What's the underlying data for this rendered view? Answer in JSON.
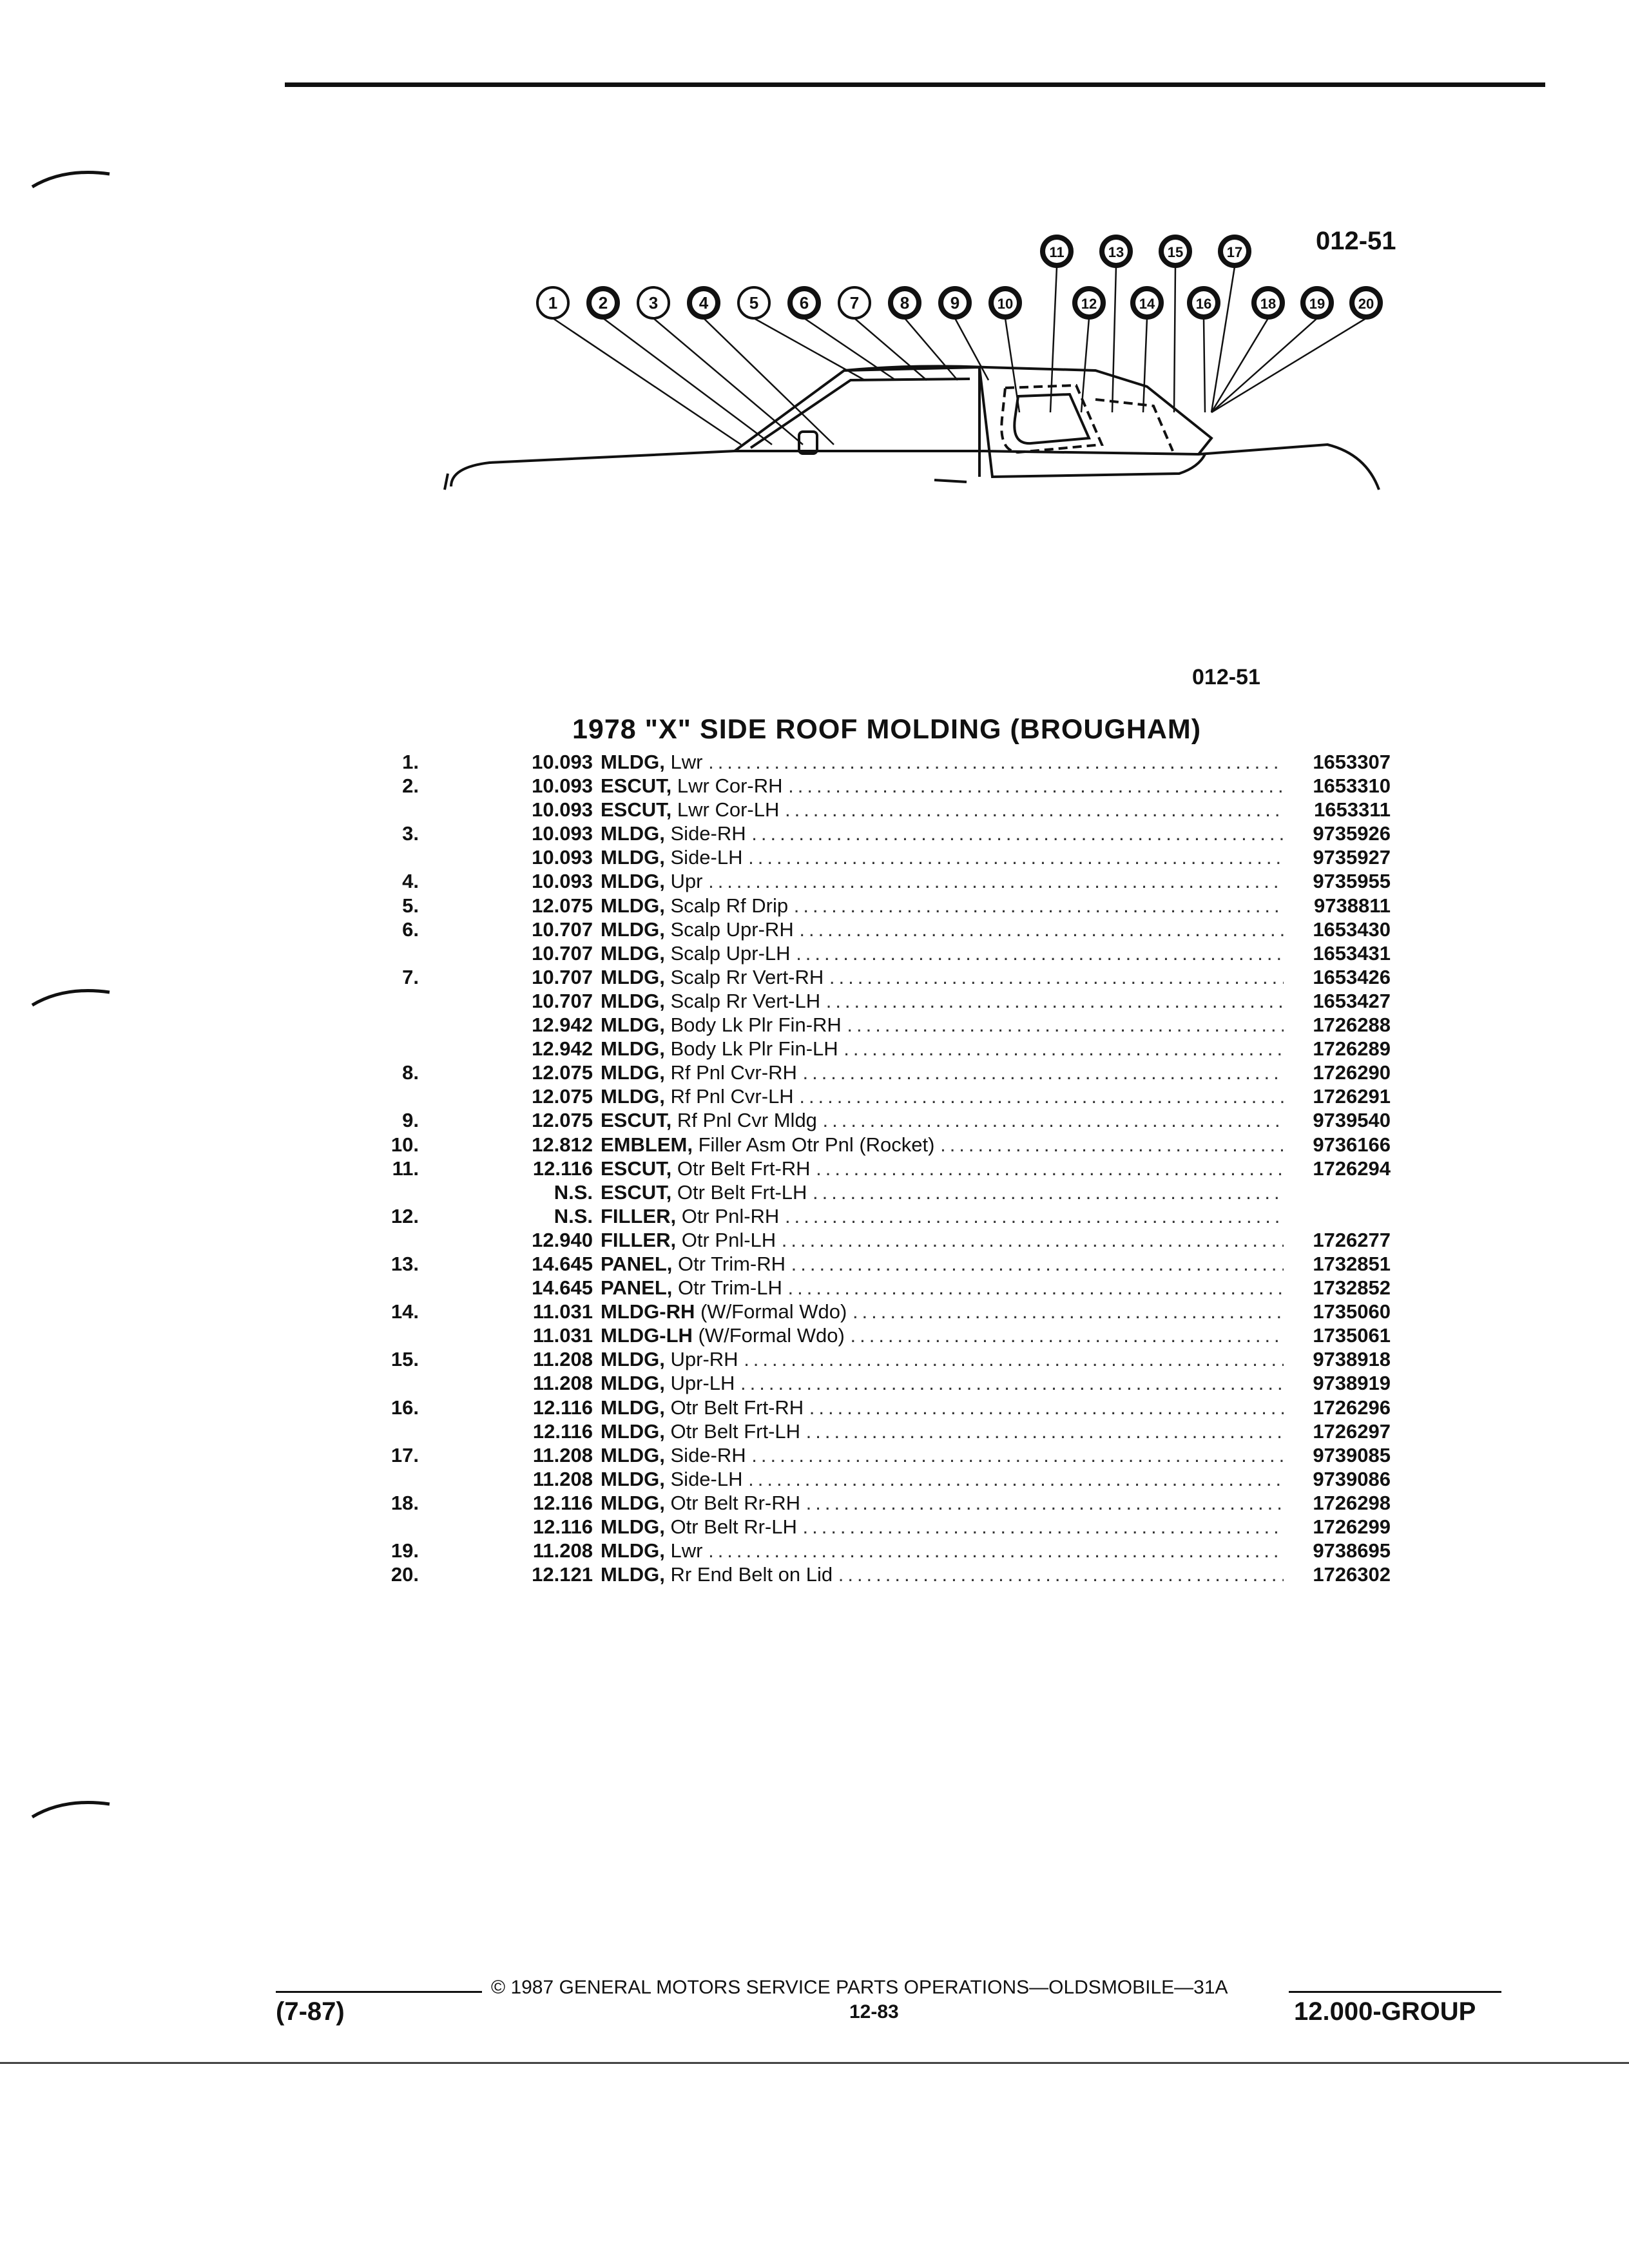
{
  "figure": {
    "code_top": "012-51",
    "code_mid": "012-51",
    "callouts": [
      "1",
      "2",
      "3",
      "4",
      "5",
      "6",
      "7",
      "8",
      "9",
      "10",
      "11",
      "12",
      "13",
      "14",
      "15",
      "16",
      "17",
      "18",
      "19",
      "20"
    ]
  },
  "section_title": "1978 \"X\" SIDE ROOF MOLDING (BROUGHAM)",
  "parts": [
    {
      "item": "1.",
      "code": "10.093",
      "kw": "MLDG,",
      "desc": "Lwr",
      "part": "1653307"
    },
    {
      "item": "2.",
      "code": "10.093",
      "kw": "ESCUT,",
      "desc": "Lwr Cor-RH",
      "part": "1653310"
    },
    {
      "item": "",
      "code": "10.093",
      "kw": "ESCUT,",
      "desc": "Lwr Cor-LH",
      "part": "1653311"
    },
    {
      "item": "3.",
      "code": "10.093",
      "kw": "MLDG,",
      "desc": "Side-RH",
      "part": "9735926"
    },
    {
      "item": "",
      "code": "10.093",
      "kw": "MLDG,",
      "desc": "Side-LH",
      "part": "9735927"
    },
    {
      "item": "4.",
      "code": "10.093",
      "kw": "MLDG,",
      "desc": "Upr",
      "part": "9735955"
    },
    {
      "item": "5.",
      "code": "12.075",
      "kw": "MLDG,",
      "desc": "Scalp Rf Drip",
      "part": "9738811"
    },
    {
      "item": "6.",
      "code": "10.707",
      "kw": "MLDG,",
      "desc": "Scalp Upr-RH",
      "part": "1653430"
    },
    {
      "item": "",
      "code": "10.707",
      "kw": "MLDG,",
      "desc": "Scalp Upr-LH",
      "part": "1653431"
    },
    {
      "item": "7.",
      "code": "10.707",
      "kw": "MLDG,",
      "desc": "Scalp Rr Vert-RH",
      "part": "1653426"
    },
    {
      "item": "",
      "code": "10.707",
      "kw": "MLDG,",
      "desc": "Scalp Rr Vert-LH",
      "part": "1653427"
    },
    {
      "item": "",
      "code": "12.942",
      "kw": "MLDG,",
      "desc": "Body Lk Plr Fin-RH",
      "part": "1726288"
    },
    {
      "item": "",
      "code": "12.942",
      "kw": "MLDG,",
      "desc": "Body Lk Plr Fin-LH",
      "part": "1726289"
    },
    {
      "item": "8.",
      "code": "12.075",
      "kw": "MLDG,",
      "desc": "Rf Pnl Cvr-RH",
      "part": "1726290"
    },
    {
      "item": "",
      "code": "12.075",
      "kw": "MLDG,",
      "desc": "Rf Pnl Cvr-LH",
      "part": "1726291"
    },
    {
      "item": "9.",
      "code": "12.075",
      "kw": "ESCUT,",
      "desc": "Rf Pnl Cvr Mldg",
      "part": "9739540"
    },
    {
      "item": "10.",
      "code": "12.812",
      "kw": "EMBLEM,",
      "desc": "Filler Asm Otr Pnl (Rocket)",
      "part": "9736166"
    },
    {
      "item": "11.",
      "code": "12.116",
      "kw": "ESCUT,",
      "desc": "Otr Belt Frt-RH",
      "part": "1726294"
    },
    {
      "item": "",
      "code": "N.S.",
      "kw": "ESCUT,",
      "desc": "Otr Belt Frt-LH",
      "part": ""
    },
    {
      "item": "12.",
      "code": "N.S.",
      "kw": "FILLER,",
      "desc": "Otr Pnl-RH",
      "part": ""
    },
    {
      "item": "",
      "code": "12.940",
      "kw": "FILLER,",
      "desc": "Otr Pnl-LH",
      "part": "1726277"
    },
    {
      "item": "13.",
      "code": "14.645",
      "kw": "PANEL,",
      "desc": "Otr Trim-RH",
      "part": "1732851"
    },
    {
      "item": "",
      "code": "14.645",
      "kw": "PANEL,",
      "desc": "Otr Trim-LH",
      "part": "1732852"
    },
    {
      "item": "14.",
      "code": "11.031",
      "kw": "MLDG-RH",
      "desc": "(W/Formal Wdo)",
      "part": "1735060"
    },
    {
      "item": "",
      "code": "11.031",
      "kw": "MLDG-LH",
      "desc": "(W/Formal Wdo)",
      "part": "1735061"
    },
    {
      "item": "15.",
      "code": "11.208",
      "kw": "MLDG,",
      "desc": "Upr-RH",
      "part": "9738918"
    },
    {
      "item": "",
      "code": "11.208",
      "kw": "MLDG,",
      "desc": "Upr-LH",
      "part": "9738919"
    },
    {
      "item": "16.",
      "code": "12.116",
      "kw": "MLDG,",
      "desc": "Otr Belt Frt-RH",
      "part": "1726296"
    },
    {
      "item": "",
      "code": "12.116",
      "kw": "MLDG,",
      "desc": "Otr Belt Frt-LH",
      "part": "1726297"
    },
    {
      "item": "17.",
      "code": "11.208",
      "kw": "MLDG,",
      "desc": "Side-RH",
      "part": "9739085"
    },
    {
      "item": "",
      "code": "11.208",
      "kw": "MLDG,",
      "desc": "Side-LH",
      "part": "9739086"
    },
    {
      "item": "18.",
      "code": "12.116",
      "kw": "MLDG,",
      "desc": "Otr Belt Rr-RH",
      "part": "1726298"
    },
    {
      "item": "",
      "code": "12.116",
      "kw": "MLDG,",
      "desc": "Otr Belt Rr-LH",
      "part": "1726299"
    },
    {
      "item": "19.",
      "code": "11.208",
      "kw": "MLDG,",
      "desc": "Lwr",
      "part": "9738695"
    },
    {
      "item": "20.",
      "code": "12.121",
      "kw": "MLDG,",
      "desc": "Rr End Belt on Lid",
      "part": "1726302"
    }
  ],
  "footer": {
    "copyright": "© 1987 GENERAL MOTORS SERVICE PARTS OPERATIONS—OLDSMOBILE—31A",
    "page": "12-83",
    "revision": "(7-87)",
    "group": "12.000-GROUP"
  }
}
